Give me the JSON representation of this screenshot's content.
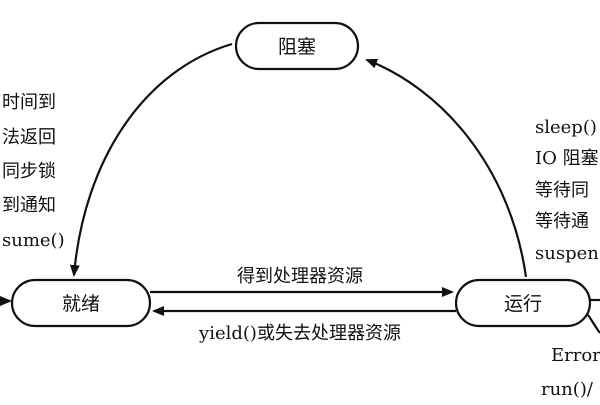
{
  "colors": {
    "stroke": "#111111",
    "background": "#ffffff"
  },
  "nodes": {
    "blocked": "阻塞",
    "ready": "就绪",
    "running": "运行"
  },
  "edges": {
    "ready_to_running": "得到处理器资源",
    "running_to_ready": "yield()或失去处理器资源"
  },
  "notes": {
    "left": [
      "时间到",
      "法返回",
      "同步锁",
      "到通知",
      "sume()"
    ],
    "right": [
      "sleep()",
      "IO 阻塞",
      "等待同",
      "等待通",
      "suspen"
    ],
    "bottom_right": [
      "Error",
      "run()/"
    ]
  }
}
